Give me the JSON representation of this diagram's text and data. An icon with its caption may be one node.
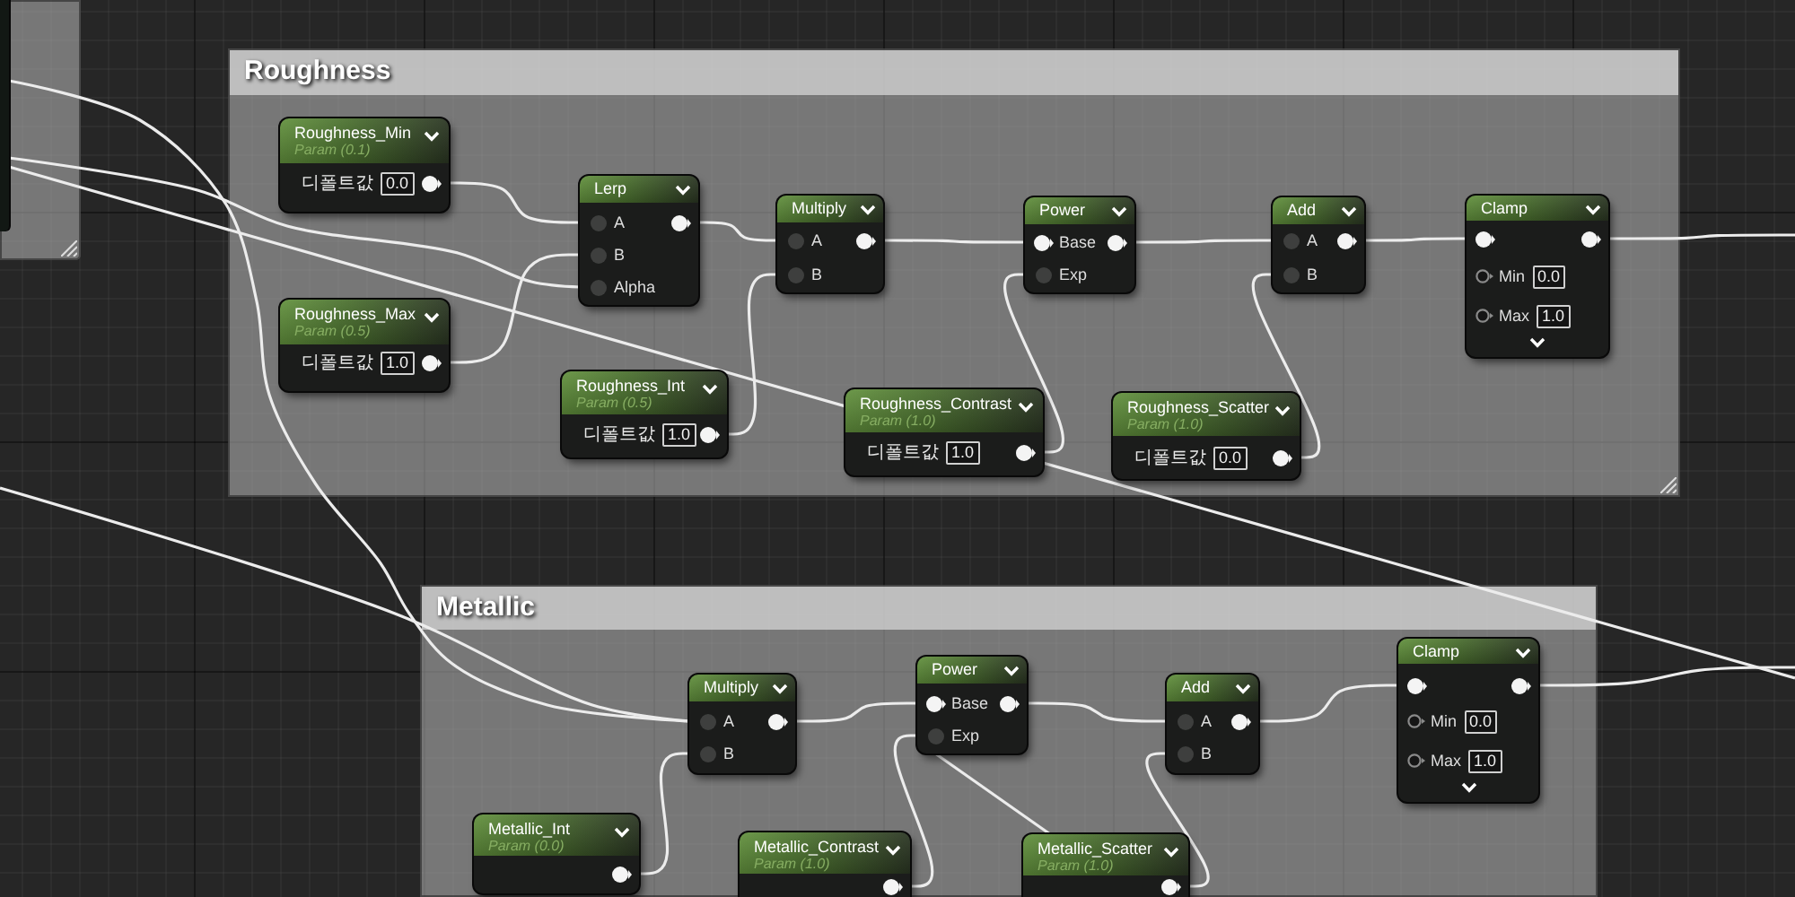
{
  "diagram": {
    "nodes": [
      {
        "text": [],
        "shape": "box"
      },
      {
        "text": [],
        "shape": "box",
        "in": 0
      },
      {
        "text": [
          "Roughness"
        ]
      },
      {
        "text": [
          "Roughness_Min",
          "Param (0.1)",
          "디폴트값",
          "0.0"
        ],
        "in": 2
      },
      {
        "text": [
          "Lerp",
          "A",
          "B",
          "Alpha"
        ],
        "in": 2
      },
      {
        "text": [
          "Multiply",
          "A",
          "B"
        ],
        "in": 2
      },
      {
        "text": [
          "Power",
          "Base",
          "Exp"
        ],
        "in": 2
      },
      {
        "text": [
          "Add",
          "A",
          "B"
        ],
        "in": 2
      },
      {
        "text": [
          "Clamp",
          "Min",
          "0.0",
          "Max",
          "1.0"
        ],
        "in": 2
      },
      {
        "text": [
          "Roughness_Max",
          "Param (0.5)",
          "디폴트값",
          "1.0"
        ],
        "in": 2
      },
      {
        "text": [
          "Roughness_Int",
          "Param (0.5)",
          "디폴트값",
          "1.0"
        ],
        "in": 2
      },
      {
        "text": [
          "Roughness_Contrast",
          "Param (1.0)",
          "디폴트값",
          "1.0"
        ],
        "in": 2
      },
      {
        "text": [
          "Roughness_Scatter",
          "Param (1.0)",
          "디폴트값",
          "0.0"
        ],
        "in": 2
      },
      {
        "text": [
          "Metallic"
        ]
      },
      {
        "text": [
          "Multiply",
          "A",
          "B"
        ],
        "in": 13
      },
      {
        "text": [
          "Power",
          "Base",
          "Exp"
        ],
        "in": 13
      },
      {
        "text": [
          "Add",
          "A",
          "B"
        ],
        "in": 13
      },
      {
        "text": [
          "Clamp",
          "Min",
          "0.0",
          "Max",
          "1.0"
        ],
        "in": 13
      },
      {
        "text": [
          "Metallic_Int",
          "Param (0.0)"
        ],
        "in": 13
      },
      {
        "text": [
          "Metallic_Contrast",
          "Param (1.0)"
        ],
        "in": 13
      },
      {
        "text": [
          "Metallic_Scatter",
          "Param (1.0)"
        ],
        "in": 13
      }
    ],
    "edges": [
      {
        "from": 3,
        "to": 4,
        "arrow": "none"
      },
      {
        "from": 9,
        "to": 4,
        "arrow": "none"
      },
      {
        "from": 1,
        "to": 4,
        "arrow": "none"
      },
      {
        "from": 4,
        "to": 5,
        "arrow": "none"
      },
      {
        "from": 10,
        "to": 5,
        "arrow": "none"
      },
      {
        "from": 5,
        "to": 6,
        "arrow": "none"
      },
      {
        "from": 11,
        "to": 6,
        "arrow": "none"
      },
      {
        "from": 6,
        "to": 7,
        "arrow": "none"
      },
      {
        "from": 12,
        "to": 7,
        "arrow": "none"
      },
      {
        "from": 7,
        "to": 8,
        "arrow": "none"
      },
      {
        "from": 8,
        "to": null,
        "arrow": "none"
      },
      {
        "from": 1,
        "to": null,
        "arrow": "none"
      },
      {
        "from": 1,
        "to": 14,
        "arrow": "none"
      },
      {
        "from": null,
        "to": 14,
        "arrow": "none"
      },
      {
        "from": 18,
        "to": 14,
        "arrow": "none"
      },
      {
        "from": 14,
        "to": 15,
        "arrow": "none"
      },
      {
        "from": 19,
        "to": 15,
        "arrow": "none"
      },
      {
        "from": 15,
        "to": 20,
        "arrow": "none"
      },
      {
        "from": 15,
        "to": 16,
        "arrow": "none"
      },
      {
        "from": 20,
        "to": 16,
        "arrow": "none"
      },
      {
        "from": 16,
        "to": 17,
        "arrow": "none"
      },
      {
        "from": 17,
        "to": null,
        "arrow": "none"
      }
    ]
  }
}
